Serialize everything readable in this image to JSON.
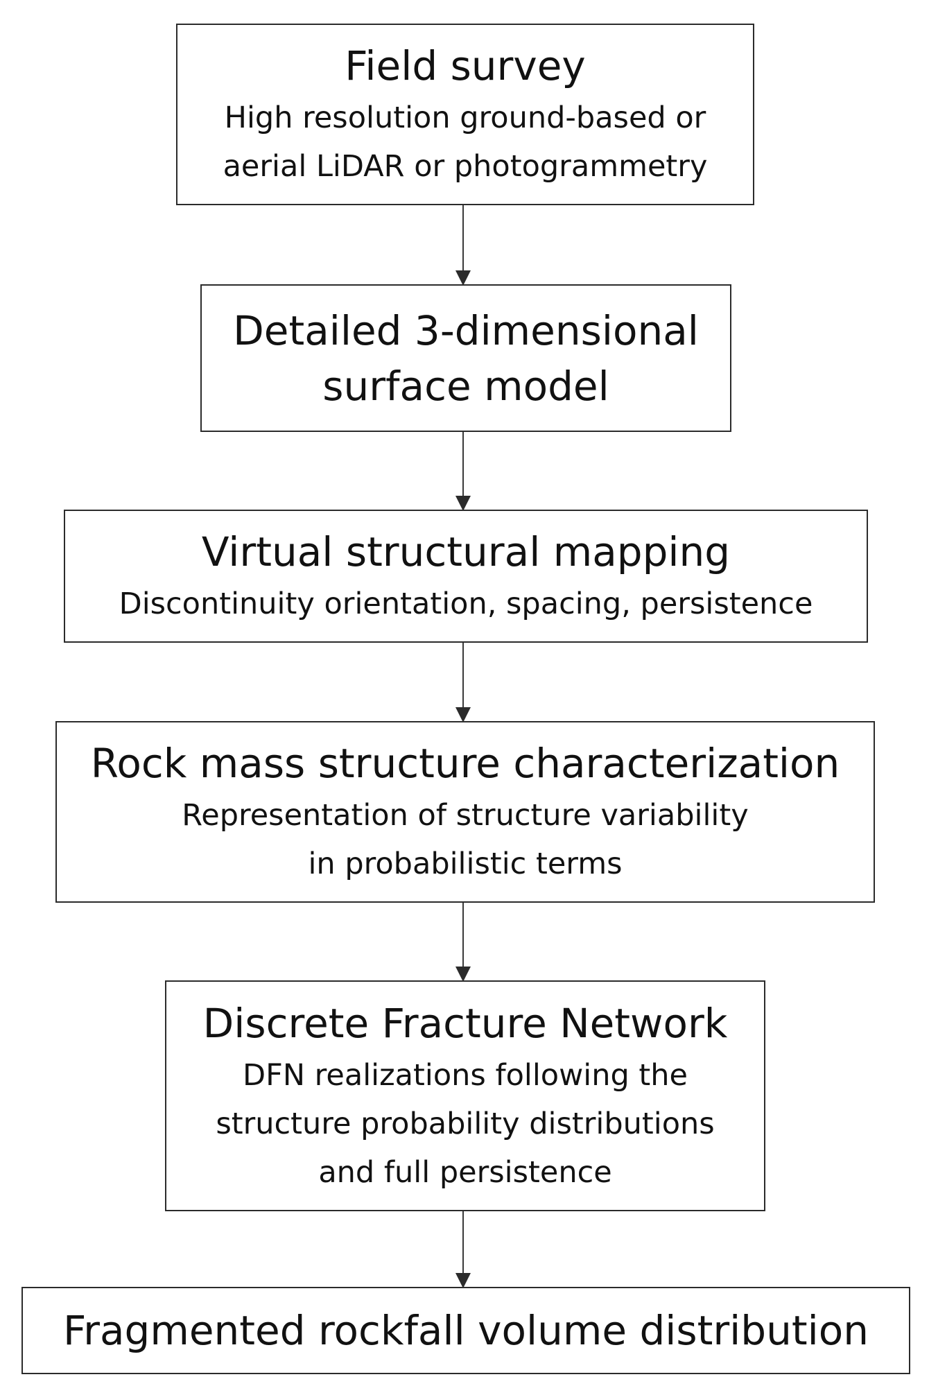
{
  "nodes": [
    {
      "id": "field-survey",
      "title": "Field survey",
      "lines": [
        "High resolution ground-based or",
        "aerial LiDAR or photogrammetry"
      ]
    },
    {
      "id": "surface-model",
      "title_lines": [
        "Detailed 3-dimensional",
        "surface model"
      ]
    },
    {
      "id": "virtual-mapping",
      "title": "Virtual structural mapping",
      "lines": [
        "Discontinuity orientation, spacing, persistence"
      ]
    },
    {
      "id": "rock-mass",
      "title": "Rock mass structure characterization",
      "lines": [
        "Representation of structure variability",
        "in probabilistic terms"
      ]
    },
    {
      "id": "dfn",
      "title": "Discrete Fracture Network",
      "lines": [
        "DFN realizations following the",
        "structure probability distributions",
        "and full persistence"
      ]
    },
    {
      "id": "volume-distribution",
      "title": "Fragmented rockfall volume distribution"
    }
  ]
}
